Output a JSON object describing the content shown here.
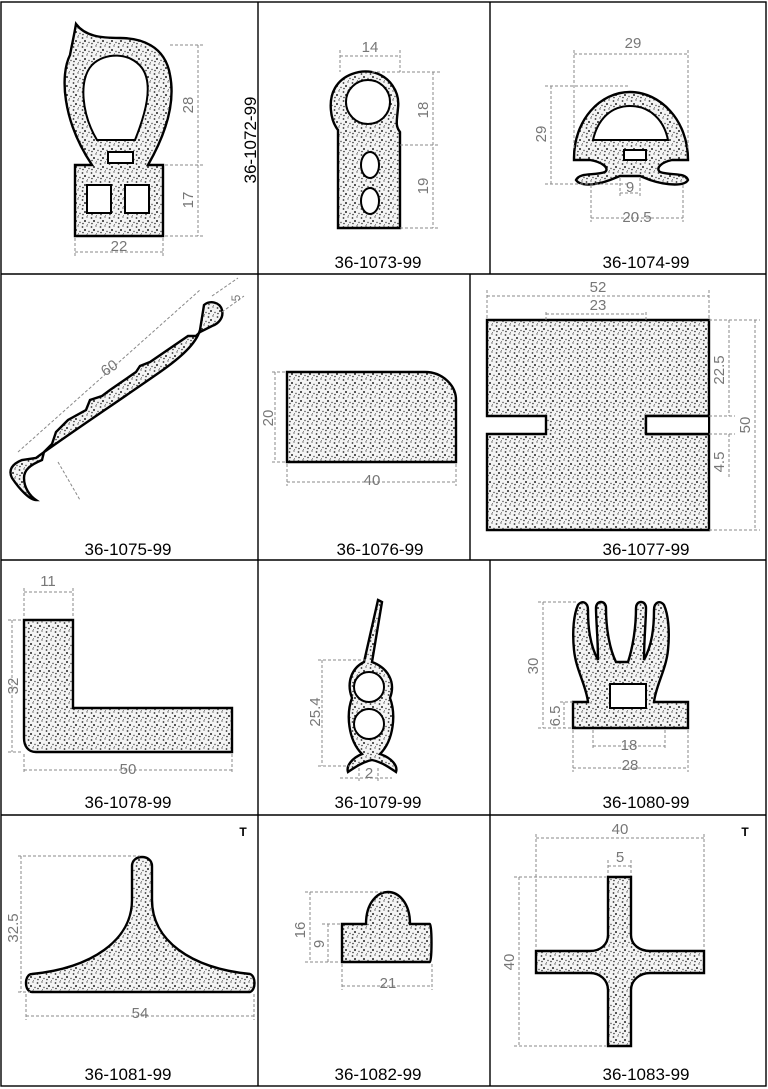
{
  "cells": [
    {
      "code": "36-1072-99",
      "dims": [
        "28",
        "17",
        "22"
      ]
    },
    {
      "code": "36-1073-99",
      "dims": [
        "14",
        "18",
        "19"
      ]
    },
    {
      "code": "36-1074-99",
      "dims": [
        "29",
        "29",
        "9",
        "20.5"
      ]
    },
    {
      "code": "36-1075-99",
      "dims": [
        "60",
        "5"
      ]
    },
    {
      "code": "36-1076-99",
      "dims": [
        "20",
        "40"
      ]
    },
    {
      "code": "36-1077-99",
      "dims": [
        "52",
        "23",
        "22.5",
        "4.5",
        "50"
      ]
    },
    {
      "code": "36-1078-99",
      "dims": [
        "11",
        "32",
        "50"
      ]
    },
    {
      "code": "36-1079-99",
      "dims": [
        "25.4",
        "2"
      ]
    },
    {
      "code": "36-1080-99",
      "dims": [
        "30",
        "6.5",
        "18",
        "28"
      ]
    },
    {
      "code": "36-1081-99",
      "mark": "T",
      "dims": [
        "32.5",
        "54"
      ]
    },
    {
      "code": "36-1082-99",
      "dims": [
        "16",
        "9",
        "21"
      ]
    },
    {
      "code": "36-1083-99",
      "mark": "T",
      "dims": [
        "40",
        "5",
        "40"
      ]
    }
  ]
}
